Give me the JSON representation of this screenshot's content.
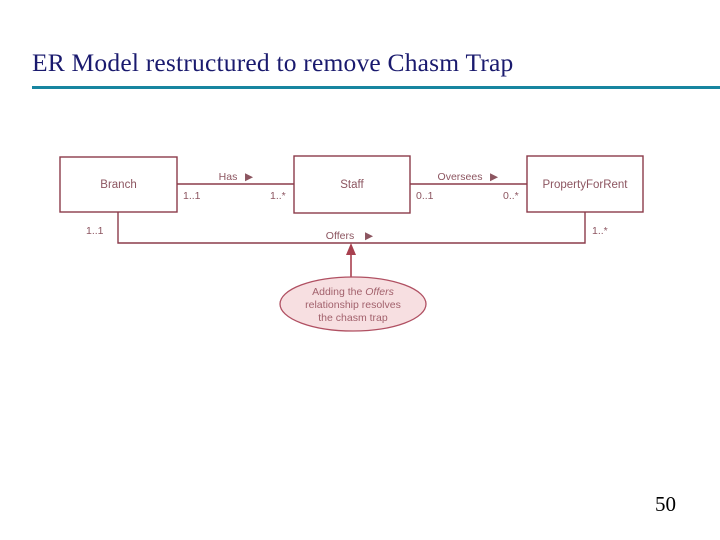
{
  "slide": {
    "title": "ER Model restructured to remove Chasm Trap",
    "page_number": "50",
    "accent_rule_color": "#1785a0",
    "title_color": "#1a1a6e",
    "diagram_line_color": "#8c3b4a",
    "diagram_text_color": "#8c5560",
    "callout_fill_color": "#f7dfe1",
    "callout_border_color": "#b05062"
  },
  "diagram": {
    "type": "er-diagram",
    "entities": [
      {
        "id": "branch",
        "label": "Branch"
      },
      {
        "id": "staff",
        "label": "Staff"
      },
      {
        "id": "propertyforrent",
        "label": "PropertyForRent"
      }
    ],
    "relationships": [
      {
        "id": "has",
        "label": "Has",
        "direction_marker": "▶",
        "from": "branch",
        "to": "staff",
        "from_cardinality": "1..1",
        "to_cardinality": "1..*"
      },
      {
        "id": "oversees",
        "label": "Oversees",
        "direction_marker": "▶",
        "from": "staff",
        "to": "propertyforrent",
        "from_cardinality": "0..1",
        "to_cardinality": "0..*"
      },
      {
        "id": "offers",
        "label": "Offers",
        "direction_marker": "▶",
        "from": "branch",
        "to": "propertyforrent",
        "from_cardinality": "1..1",
        "to_cardinality": "1..*"
      }
    ],
    "callout": {
      "line1_prefix": "Adding the ",
      "line1_emphasis": "Offers",
      "line2": "relationship resolves",
      "line3": "the chasm trap"
    }
  }
}
